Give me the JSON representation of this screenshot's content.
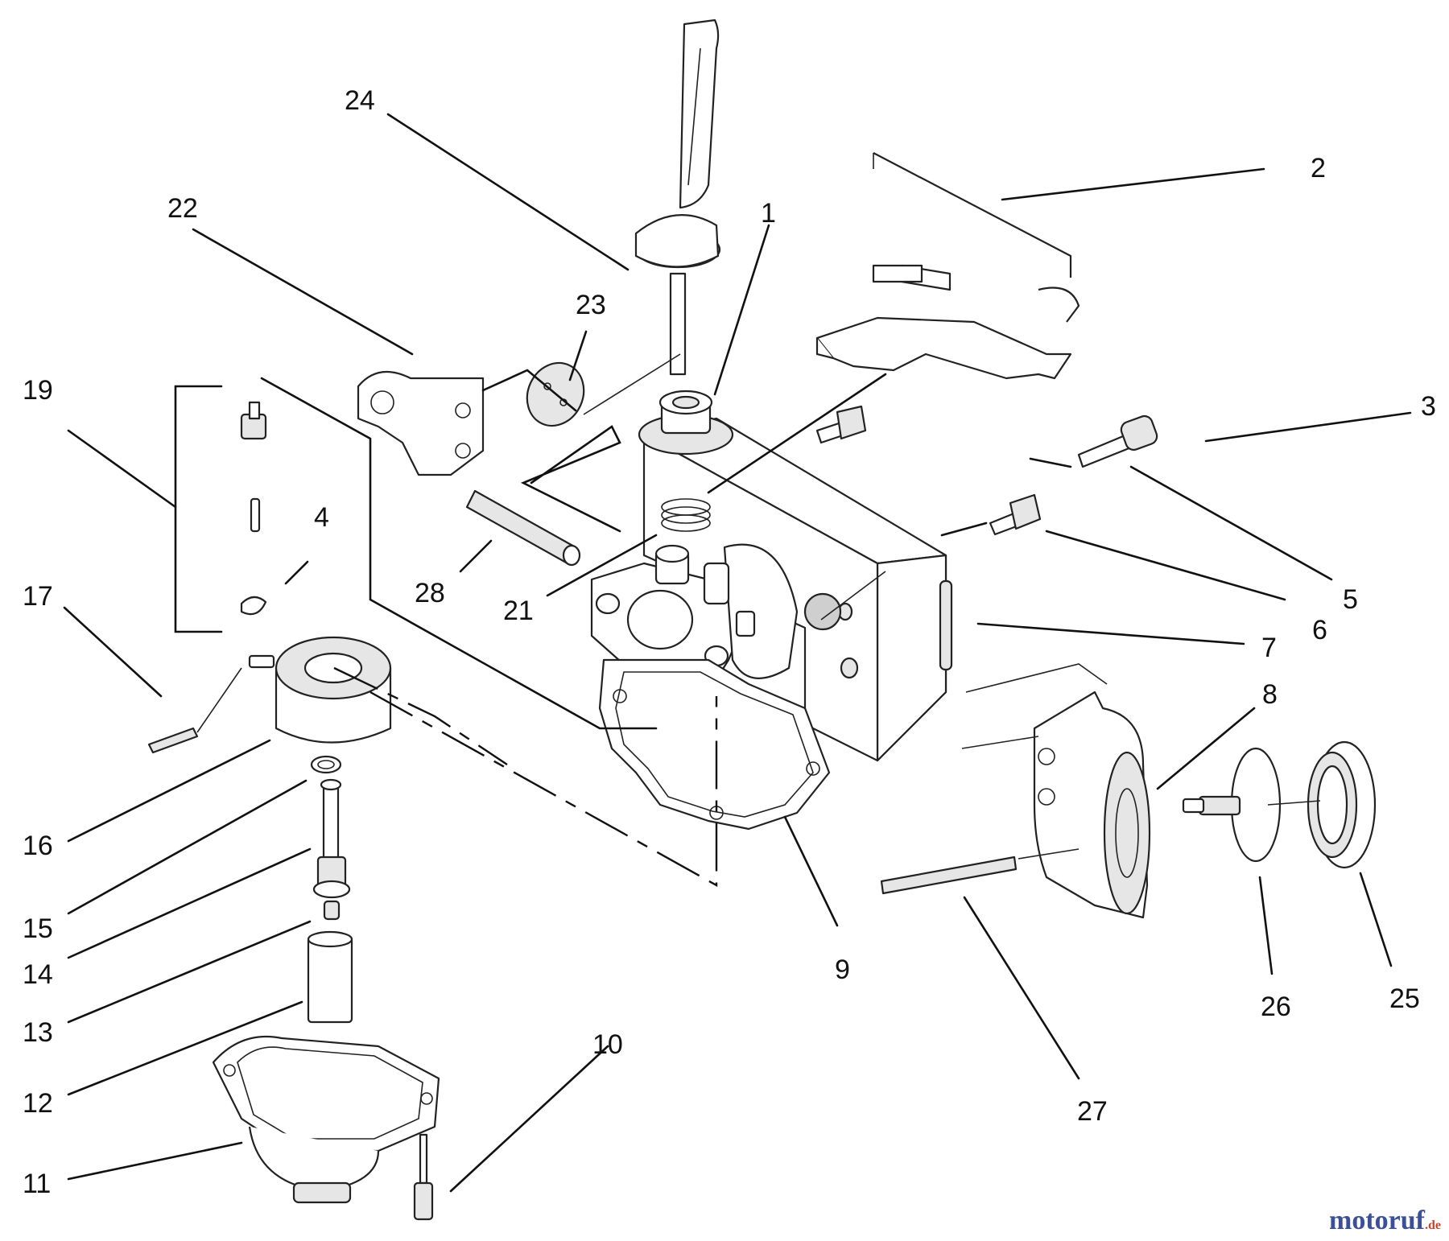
{
  "callouts": [
    "1",
    "2",
    "3",
    "4",
    "5",
    "6",
    "7",
    "8",
    "9",
    "10",
    "11",
    "12",
    "13",
    "14",
    "15",
    "16",
    "17",
    "19",
    "21",
    "22",
    "23",
    "24",
    "25",
    "26",
    "27",
    "28"
  ],
  "parts": [
    "carburetor-body",
    "choke-rod",
    "bracket",
    "spring-clip",
    "screw",
    "bolt",
    "float-bowl-housing",
    "primer-assembly",
    "gasket",
    "bowl-screw",
    "float-bowl",
    "main-nozzle",
    "jet",
    "emulsion-tube",
    "o-ring",
    "float",
    "float-pin",
    "needle-valve-kit",
    "spring",
    "choke-plate-bracket",
    "choke-plate",
    "throttle-lever",
    "primer-bulb",
    "primer-base",
    "vent-tube",
    "pin"
  ],
  "watermark": {
    "name": "motoruf",
    "suffix": ".de"
  }
}
